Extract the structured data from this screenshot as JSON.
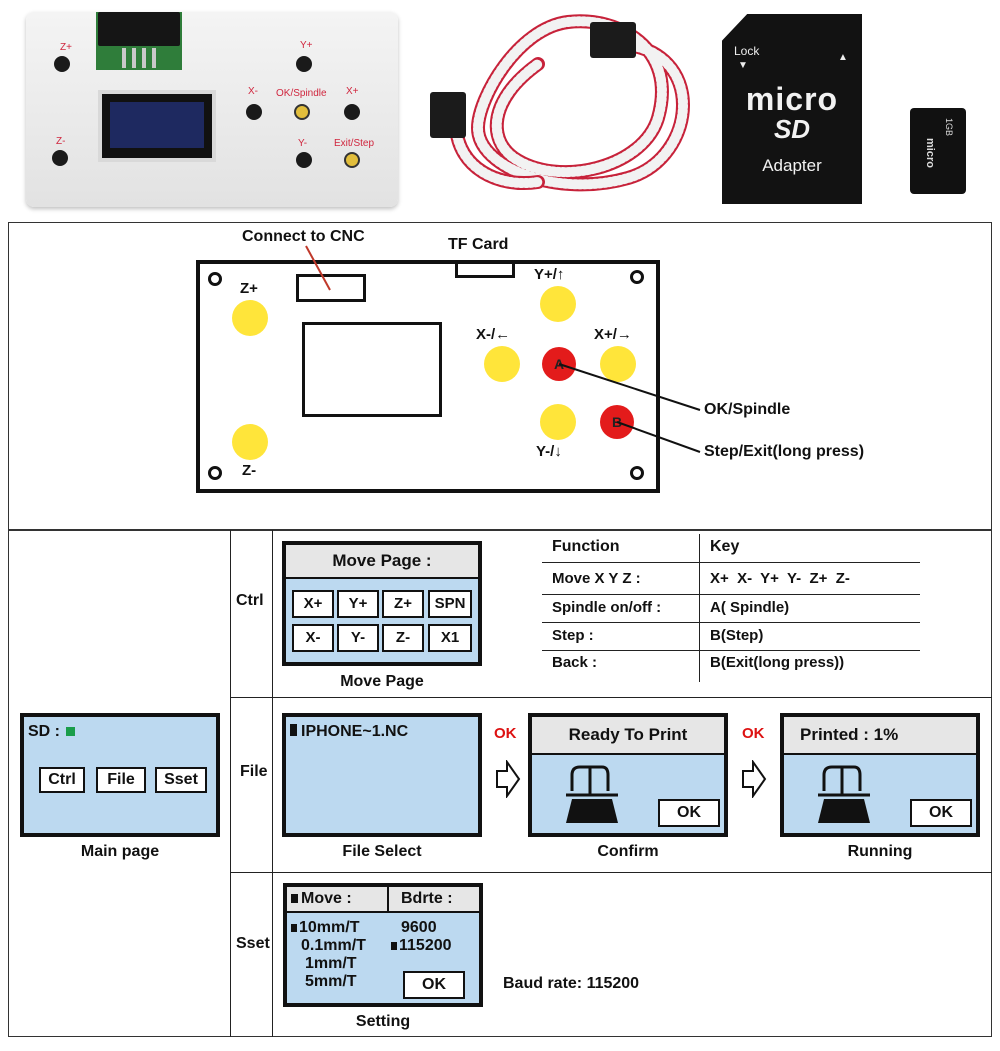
{
  "product": {
    "keys": {
      "z_plus": "Z+",
      "z_minus": "Z-",
      "y_plus": "Y+",
      "y_minus": "Y-",
      "x_minus": "X-",
      "x_plus": "X+",
      "ok_spindle": "OK/Spindle",
      "exit_step": "Exit/Step"
    },
    "sd_adapter": {
      "lock": "Lock",
      "brand": "micro",
      "brand_sd": "SD",
      "label": "Adapter"
    },
    "microsd_card": {
      "capacity": "1GB"
    }
  },
  "board": {
    "connect_label": "Connect to CNC",
    "tf_label": "TF Card",
    "keys": {
      "z_plus": "Z+",
      "z_minus": "Z-",
      "y_plus": "Y+/↑",
      "y_minus": "Y-/↓",
      "x_minus": "X-/←",
      "x_plus": "X+/→",
      "a": "A",
      "b": "B"
    },
    "callout_a": "OK/Spindle",
    "callout_b": "Step/Exit(long press)"
  },
  "ctrl": {
    "row_label": "Ctrl",
    "lcd_title": "Move Page :",
    "keys_row1": [
      "X+",
      "Y+",
      "Z+",
      "SPN"
    ],
    "keys_row2": [
      "X-",
      "Y-",
      "Z-",
      "X1"
    ],
    "caption": "Move Page",
    "table": {
      "headers": [
        "Function",
        "Key"
      ],
      "rows": [
        [
          "Move X Y Z :",
          "X+  X-  Y+  Y-  Z+  Z-"
        ],
        [
          "Spindle on/off :",
          "A( Spindle)"
        ],
        [
          "Step :",
          "B(Step)"
        ],
        [
          "Back :",
          "B(Exit(long press))"
        ]
      ]
    }
  },
  "main": {
    "sd_label": "SD :",
    "buttons": [
      "Ctrl",
      "File",
      "Sset"
    ],
    "caption": "Main page"
  },
  "file": {
    "row_label": "File",
    "selected_file": "IPHONE~1.NC",
    "caption": "File Select",
    "ok1": "OK",
    "confirm_title": "Ready To Print",
    "confirm_ok": "OK",
    "confirm_caption": "Confirm",
    "ok2": "OK",
    "running_title": "Printed : 1%",
    "running_ok": "OK",
    "running_caption": "Running"
  },
  "sset": {
    "row_label": "Sset",
    "col1_header": "Move :",
    "col2_header": "Bdrte :",
    "move_options": [
      "10mm/T",
      "0.1mm/T",
      "1mm/T",
      "5mm/T"
    ],
    "baud_options": [
      "9600",
      "115200"
    ],
    "ok": "OK",
    "caption": "Setting",
    "baud_note": "Baud rate: 115200"
  },
  "colors": {
    "lcd_blue": "#bcd9f0",
    "key_yellow": "#ffe53a",
    "key_red": "#e31b1b",
    "ok_red": "#d11111"
  }
}
